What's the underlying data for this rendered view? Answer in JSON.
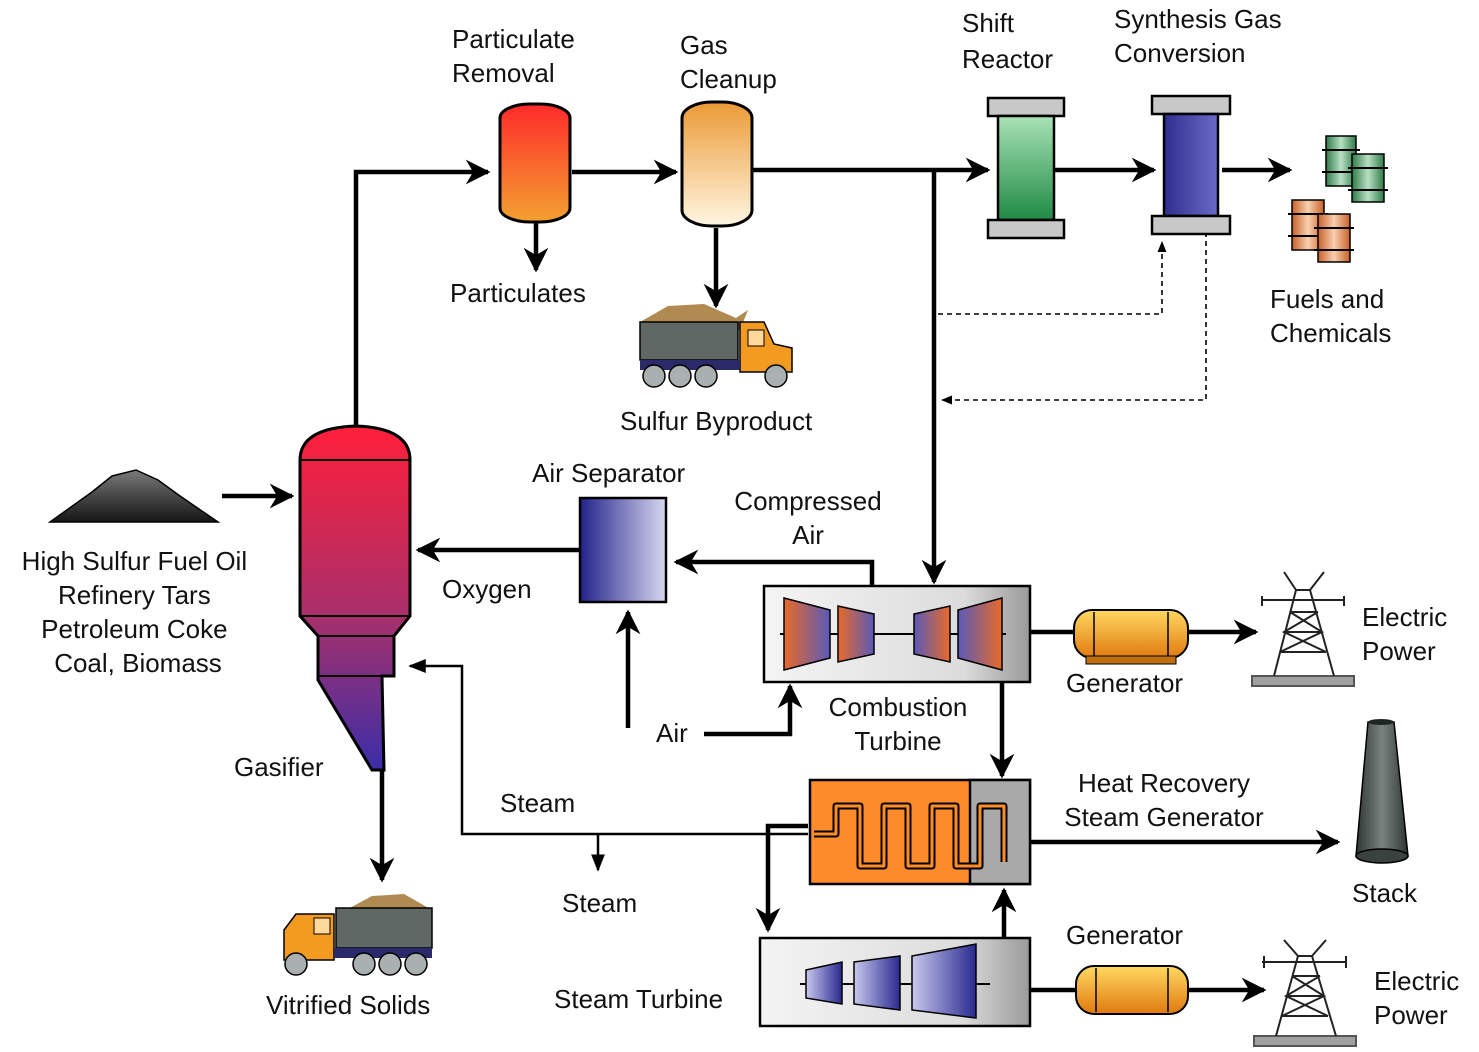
{
  "labels": {
    "particulate_removal": [
      "Particulate",
      "Removal"
    ],
    "gas_cleanup": [
      "Gas",
      "Cleanup"
    ],
    "shift_reactor": [
      "Shift",
      "Reactor"
    ],
    "synthesis_gas_conversion": [
      "Synthesis Gas",
      "Conversion"
    ],
    "particulates": "Particulates",
    "sulfur_byproduct": "Sulfur Byproduct",
    "fuels_and_chemicals": [
      "Fuels and",
      "Chemicals"
    ],
    "air_separator": "Air Separator",
    "compressed_air": [
      "Compressed",
      "Air"
    ],
    "oxygen": "Oxygen",
    "feedstock": [
      "High Sulfur Fuel Oil",
      "Refinery Tars",
      "Petroleum Coke",
      "Coal, Biomass"
    ],
    "gasifier": "Gasifier",
    "air": "Air",
    "combustion_turbine": [
      "Combustion",
      "Turbine"
    ],
    "generator_top": "Generator",
    "electric_power_top": [
      "Electric",
      "Power"
    ],
    "heat_recovery": [
      "Heat Recovery",
      "Steam Generator"
    ],
    "stack": "Stack",
    "steam_upper": "Steam",
    "steam_lower": "Steam",
    "vitrified_solids": "Vitrified Solids",
    "steam_turbine": "Steam Turbine",
    "generator_bottom": "Generator",
    "electric_power_bottom": [
      "Electric",
      "Power"
    ]
  },
  "colors": {
    "gasifier_top": "#ff1f3a",
    "gasifier_bottom": "#3a2ea8",
    "particulate_top": "#ff2a2a",
    "particulate_bottom": "#f39a2a",
    "cleanup_top": "#f0a040",
    "cleanup_bottom": "#fff4d8",
    "shift_reactor": "#2f9e55",
    "synthesis": "#3a3aa0",
    "air_separator": "#2e2e90",
    "hrsg_orange": "#ff8c2a",
    "unit_gray": "#a9a9a9",
    "generator": "#f3a018",
    "truck_cab": "#f39a20",
    "truck_bed": "#606866",
    "drum_green": "#3f8a5a",
    "drum_orange": "#d9763a",
    "stack": "#4a5250"
  }
}
